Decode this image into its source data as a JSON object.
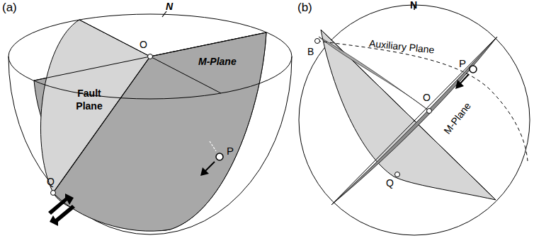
{
  "diagram": {
    "labels": [
      "(a)",
      "N",
      "O",
      "M-Plane",
      "Fault Plane",
      "Q",
      "P",
      "(b)",
      "N",
      "Auxiliary Plane",
      "B",
      "P",
      "O",
      "M-Plane",
      "Q"
    ]
  }
}
